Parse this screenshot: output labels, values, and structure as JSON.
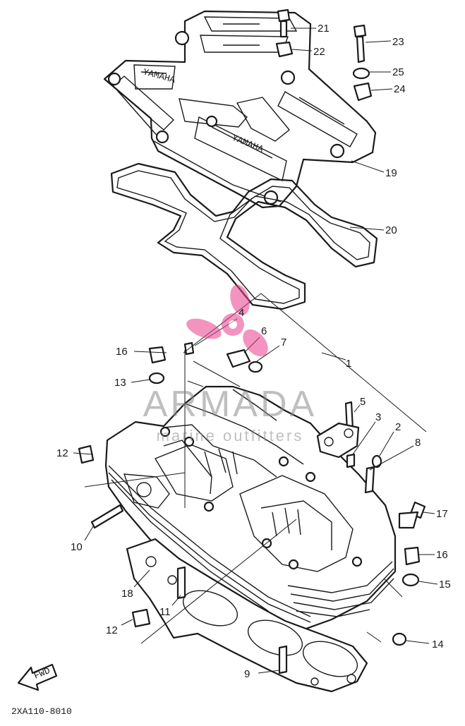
{
  "callouts": [
    {
      "label": "21"
    },
    {
      "label": "22"
    },
    {
      "label": "23"
    },
    {
      "label": "25"
    },
    {
      "label": "24"
    },
    {
      "label": "19"
    },
    {
      "label": "20"
    },
    {
      "label": "4"
    },
    {
      "label": "6"
    },
    {
      "label": "7"
    },
    {
      "label": "1"
    },
    {
      "label": "16"
    },
    {
      "label": "13"
    },
    {
      "label": "5"
    },
    {
      "label": "3"
    },
    {
      "label": "2"
    },
    {
      "label": "8"
    },
    {
      "label": "12"
    },
    {
      "label": "17"
    },
    {
      "label": "10"
    },
    {
      "label": "16"
    },
    {
      "label": "15"
    },
    {
      "label": "18"
    },
    {
      "label": "11"
    },
    {
      "label": "12"
    },
    {
      "label": "14"
    },
    {
      "label": "9"
    }
  ],
  "cover_emboss": "YAMAHA",
  "fwd_label": "FWD",
  "diagram_code": "2XA110-8010",
  "watermark": {
    "brand": "ARMADA",
    "tagline": "marine outfitters",
    "color": "#e83e8c"
  }
}
